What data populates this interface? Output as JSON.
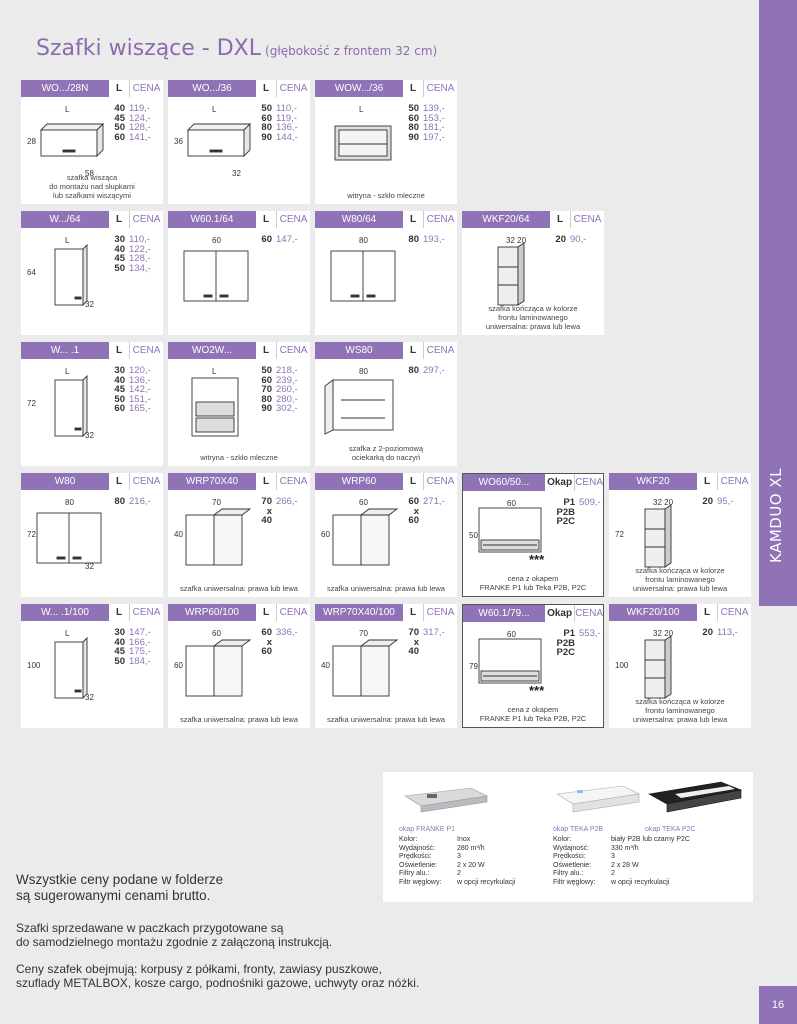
{
  "title": "Szafki wiszące - DXL",
  "subtitle": "(głębokość z frontem 32 cm)",
  "side_label": "KAMDUO XL",
  "page_number": "16",
  "l_header": "L",
  "cena_header": "CENA",
  "okap_header": "Okap",
  "accent": "#8f73b6",
  "cards": [
    {
      "code": "WO.../28N",
      "rows": [
        [
          "40",
          "119,-"
        ],
        [
          "45",
          "124,-"
        ],
        [
          "50",
          "128,-"
        ],
        [
          "60",
          "141,-"
        ]
      ],
      "dims": [
        "L",
        "28",
        "58"
      ],
      "note": "szafka wisząca\ndo montażu nad słupkami\nlub szafkami wiszącymi"
    },
    {
      "code": "WO.../36",
      "rows": [
        [
          "50",
          "110,-"
        ],
        [
          "60",
          "119,-"
        ],
        [
          "80",
          "136,-"
        ],
        [
          "90",
          "144,-"
        ]
      ],
      "dims": [
        "L",
        "36",
        "32"
      ],
      "note": ""
    },
    {
      "code": "WOW.../36",
      "rows": [
        [
          "50",
          "139,-"
        ],
        [
          "60",
          "153,-"
        ],
        [
          "80",
          "181,-"
        ],
        [
          "90",
          "197,-"
        ]
      ],
      "dims": [
        "L",
        "",
        ""
      ],
      "note": "witryna - szkło mleczne"
    },
    {
      "code": "W.../64",
      "rows": [
        [
          "30",
          "110,-"
        ],
        [
          "40",
          "122,-"
        ],
        [
          "45",
          "128,-"
        ],
        [
          "50",
          "134,-"
        ]
      ],
      "dims": [
        "L",
        "64",
        "32"
      ],
      "note": ""
    },
    {
      "code": "W60.1/64",
      "rows": [
        [
          "60",
          "147,-"
        ]
      ],
      "dims": [
        "60",
        "",
        ""
      ],
      "note": ""
    },
    {
      "code": "W80/64",
      "rows": [
        [
          "80",
          "193,-"
        ]
      ],
      "dims": [
        "80",
        "",
        ""
      ],
      "note": ""
    },
    {
      "code": "WKF20/64",
      "rows": [
        [
          "20",
          "90,-"
        ]
      ],
      "dims": [
        "32 20",
        "",
        ""
      ],
      "note": "szafka kończąca w kolorze\nfrontu laminowanego\nuniwersalna: prawa lub lewa"
    },
    {
      "code": "W... .1",
      "rows": [
        [
          "30",
          "120,-"
        ],
        [
          "40",
          "136,-"
        ],
        [
          "45",
          "142,-"
        ],
        [
          "50",
          "151,-"
        ],
        [
          "60",
          "165,-"
        ]
      ],
      "dims": [
        "L",
        "72",
        "32"
      ],
      "note": ""
    },
    {
      "code": "WO2W...",
      "rows": [
        [
          "50",
          "218,-"
        ],
        [
          "60",
          "239,-"
        ],
        [
          "70",
          "260,-"
        ],
        [
          "80",
          "280,-"
        ],
        [
          "90",
          "302,-"
        ]
      ],
      "dims": [
        "L",
        "",
        ""
      ],
      "note": "witryna - szkło mleczne"
    },
    {
      "code": "WS80",
      "rows": [
        [
          "80",
          "297,-"
        ]
      ],
      "dims": [
        "80",
        "",
        ""
      ],
      "note": "szafka z 2-poziomową\nociekarką do naczyń"
    },
    {
      "code": "W80",
      "rows": [
        [
          "80",
          "216,-"
        ]
      ],
      "dims": [
        "80",
        "72",
        "32"
      ],
      "note": ""
    },
    {
      "code": "WRP70X40",
      "rows": [
        [
          "70\nx\n40",
          "266,-"
        ]
      ],
      "dims": [
        "70",
        "40",
        ""
      ],
      "note": "szafka uniwersalna: prawa lub lewa"
    },
    {
      "code": "WRP60",
      "rows": [
        [
          "60\nx\n60",
          "271,-"
        ]
      ],
      "dims": [
        "60",
        "60",
        ""
      ],
      "note": "szafka uniwersalna: prawa lub lewa"
    },
    {
      "code": "WO60/50...",
      "okap": true,
      "rows": [
        [
          "P1\nP2B\nP2C",
          "509,-"
        ]
      ],
      "dims": [
        "60",
        "50",
        ""
      ],
      "note": "cena z okapem\nFRANKE P1 lub Teka P2B, P2C"
    },
    {
      "code": "WKF20",
      "rows": [
        [
          "20",
          "95,-"
        ]
      ],
      "dims": [
        "32 20",
        "72",
        ""
      ],
      "note": "szafka kończąca w kolorze\nfrontu laminowanego\nuniwersalna: prawa lub lewa"
    },
    {
      "code": "W... .1/100",
      "rows": [
        [
          "30",
          "147,-"
        ],
        [
          "40",
          "166,-"
        ],
        [
          "45",
          "175,-"
        ],
        [
          "50",
          "184,-"
        ]
      ],
      "dims": [
        "L",
        "100",
        "32"
      ],
      "note": ""
    },
    {
      "code": "WRP60/100",
      "rows": [
        [
          "60\nx\n60",
          "336,-"
        ]
      ],
      "dims": [
        "60",
        "60",
        ""
      ],
      "note": "szafka uniwersalna: prawa lub lewa"
    },
    {
      "code": "WRP70X40/100",
      "rows": [
        [
          "70\nx\n40",
          "317,-"
        ]
      ],
      "dims": [
        "70",
        "40",
        ""
      ],
      "note": "szafka uniwersalna: prawa lub lewa"
    },
    {
      "code": "W60.1/79...",
      "okap": true,
      "rows": [
        [
          "P1\nP2B\nP2C",
          "553,-"
        ]
      ],
      "dims": [
        "60",
        "79",
        ""
      ],
      "note": "cena z okapem\nFRANKE P1 lub Teka P2B, P2C"
    },
    {
      "code": "WKF20/100",
      "rows": [
        [
          "20",
          "113,-"
        ]
      ],
      "dims": [
        "32 20",
        "100",
        ""
      ],
      "note": "szafka kończąca w kolorze\nfrontu laminowanego\nuniwersalna: prawa lub lewa"
    }
  ],
  "stars": "***",
  "okap": {
    "franke_label": "okap FRANKE P1",
    "teka_p2b_label": "okap TEKA P2B",
    "teka_p2c_label": "okap TEKA P2C",
    "franke_specs": [
      [
        "Kolor:",
        "Inox"
      ],
      [
        "Wydajność:",
        "280 m³/h"
      ],
      [
        "Prędkości:",
        "3"
      ],
      [
        "Oświetlenie:",
        "2 x 20 W"
      ],
      [
        "Filtry alu.:",
        "2"
      ],
      [
        "Filtr węglowy:",
        "w opcji recyrkulacji"
      ]
    ],
    "teka_specs": [
      [
        "Kolor:",
        "biały P2B lub czarny P2C"
      ],
      [
        "Wydajność:",
        "330 m³/h"
      ],
      [
        "Prędkości:",
        "3"
      ],
      [
        "Oświetlenie:",
        "2 x 28 W"
      ],
      [
        "Filtry alu.:",
        "2"
      ],
      [
        "Filtr węglowy:",
        "w opcji recyrkulacji"
      ]
    ]
  },
  "text1": "Wszystkie ceny podane w folderze\nsą sugerowanymi cenami brutto.",
  "text2": "Szafki sprzedawane w paczkach przygotowane są\ndo samodzielnego montażu zgodnie z załączoną instrukcją.",
  "text3": "Ceny szafek obejmują: korpusy z półkami, fronty, zawiasy puszkowe,\nszuflady METALBOX, kosze cargo, podnośniki gazowe, uchwyty oraz nóżki."
}
